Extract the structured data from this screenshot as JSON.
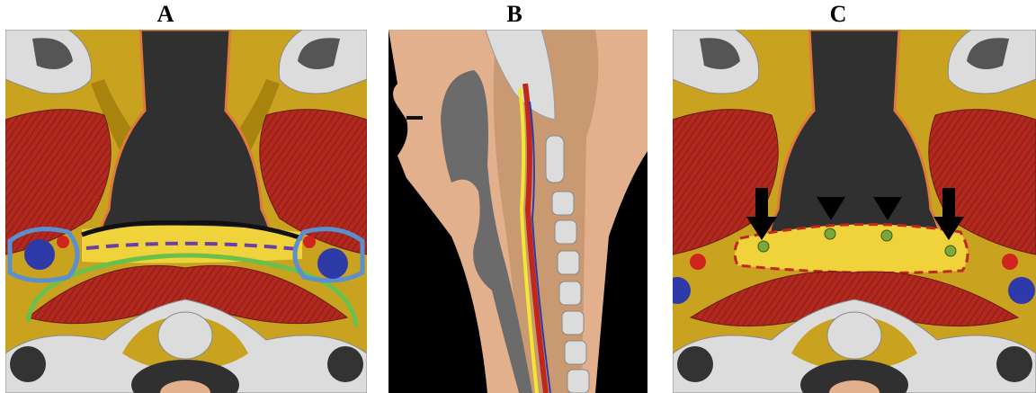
{
  "panels": [
    {
      "label": "A"
    },
    {
      "label": "B"
    },
    {
      "label": "C"
    }
  ],
  "colors": {
    "fat": "#c9a21f",
    "fat_dark": "#a8840f",
    "airway": "#303030",
    "bone": "#dcdcdc",
    "muscle": "#b0281e",
    "artery": "#d0251c",
    "vein": "#2d3aa8",
    "nasopharynx_line": "#111111",
    "dashed_purple": "#6b3fa8",
    "fascia_green": "#6ac04a",
    "carotid_outline": "#5a8fd0",
    "dashed_red": "#c0281e",
    "node_green": "#7aa83a",
    "skin": "#e2b08c",
    "skin_dark": "#c99a72",
    "spine_cord": "#f2e632",
    "arrow": "#000000"
  }
}
